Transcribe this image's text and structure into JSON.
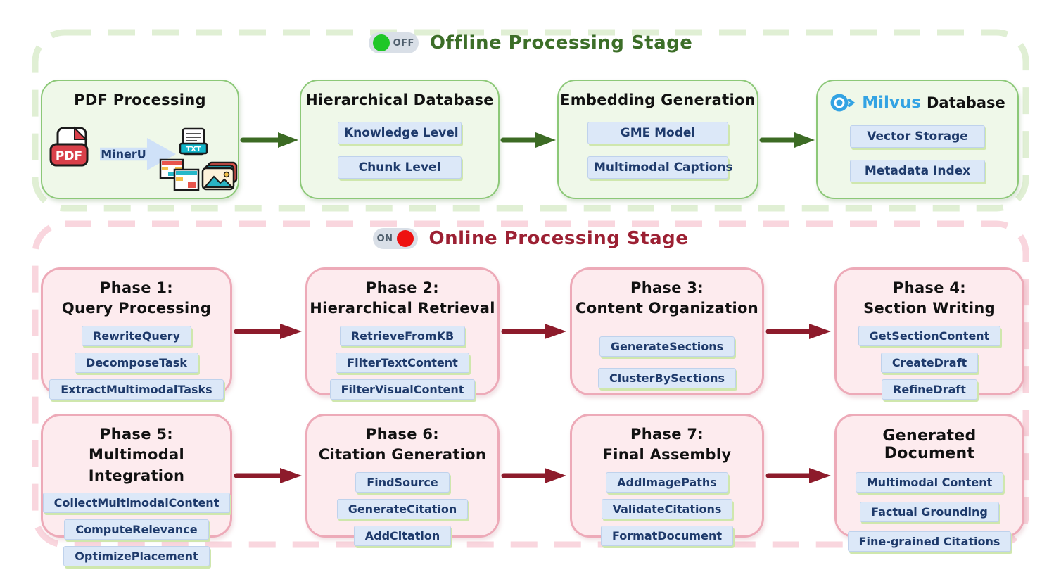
{
  "diagram": {
    "offline": {
      "toggle_label": "OFF",
      "title": "Offline Processing Stage",
      "pdf_box": {
        "title": "PDF Processing",
        "pdf_icon_label": "PDF",
        "arrow_label": "MinerU",
        "txt_icon_label": "TXT"
      },
      "boxes": [
        {
          "title": "Hierarchical Database",
          "pills": [
            "Knowledge Level",
            "Chunk Level"
          ]
        },
        {
          "title": "Embedding Generation",
          "pills": [
            "GME Model",
            "Multimodal Captions"
          ]
        },
        {
          "brand": "Milvus",
          "title": "Database",
          "pills": [
            "Vector Storage",
            "Metadata Index"
          ]
        }
      ]
    },
    "online": {
      "toggle_label": "ON",
      "title": "Online Processing Stage",
      "phases": [
        {
          "line1": "Phase 1:",
          "line2": "Query Processing",
          "pills": [
            "RewriteQuery",
            "DecomposeTask",
            "ExtractMultimodalTasks"
          ]
        },
        {
          "line1": "Phase 2:",
          "line2": "Hierarchical Retrieval",
          "pills": [
            "RetrieveFromKB",
            "FilterTextContent",
            "FilterVisualContent"
          ]
        },
        {
          "line1": "Phase 3:",
          "line2": "Content Organization",
          "pills": [
            "GenerateSections",
            "ClusterBySections"
          ]
        },
        {
          "line1": "Phase 4:",
          "line2": "Section Writing",
          "pills": [
            "GetSectionContent",
            "CreateDraft",
            "RefineDraft"
          ]
        },
        {
          "line1": "Phase 5:",
          "line2": "Multimodal Integration",
          "pills": [
            "CollectMultimodalContent",
            "ComputeRelevance",
            "OptimizePlacement"
          ]
        },
        {
          "line1": "Phase 6:",
          "line2": "Citation Generation",
          "pills": [
            "FindSource",
            "GenerateCitation",
            "AddCitation"
          ]
        },
        {
          "line1": "Phase 7:",
          "line2": "Final Assembly",
          "pills": [
            "AddImagePaths",
            "ValidateCitations",
            "FormatDocument"
          ]
        },
        {
          "line2": "Generated Document",
          "pills": [
            "Multimodal Content",
            "Factual Grounding",
            "Fine-grained Citations"
          ]
        }
      ]
    },
    "colors": {
      "offline_text": "#3c6e28",
      "offline_arrow": "#3c6b24",
      "offline_box_border": "#8cc878",
      "offline_box_fill": "#eff8e9",
      "offline_dash": "#e0efd4",
      "online_text": "#9c2033",
      "online_arrow": "#8d1b2b",
      "online_box_border": "#edaab8",
      "online_box_fill": "#fdebee",
      "online_dash": "#f9d6de",
      "pill_fill": "#dce8f8",
      "pill_text": "#1e3a6b",
      "pill_shadow": "#cfe7ad",
      "toggle_bg": "#d9dfe7",
      "toggle_off_dot": "#1fc727",
      "toggle_on_dot": "#ee1111",
      "milvus_blue": "#33a3e3"
    },
    "icons": {
      "pdf_file": "pdf-file-icon",
      "txt_file": "txt-file-icon",
      "tables": "spreadsheet-tables-icon",
      "images": "image-stack-icon",
      "milvus": "milvus-eye-logo-icon",
      "toggle_off": "toggle-off-switch",
      "toggle_on": "toggle-on-switch",
      "flow_arrow": "flow-arrow-right-icon"
    }
  }
}
